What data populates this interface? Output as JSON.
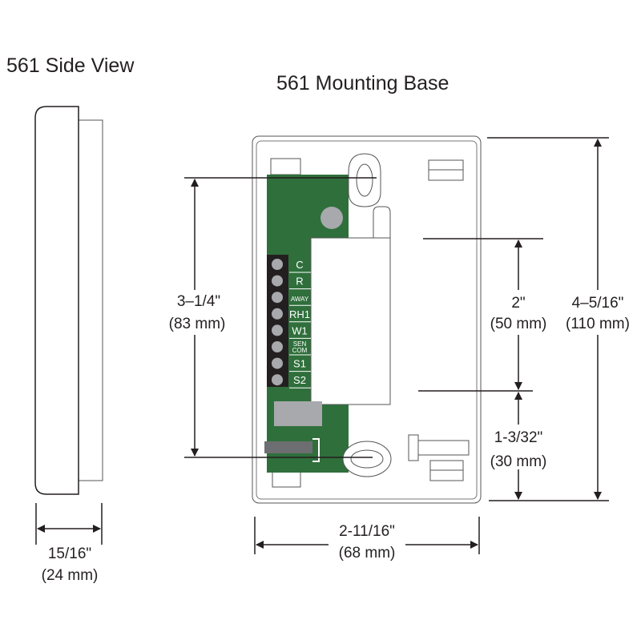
{
  "titles": {
    "side_view": "561 Side View",
    "mounting_base": "561 Mounting Base"
  },
  "dimensions": {
    "side_depth": {
      "imperial": "15/16\"",
      "metric": "(24 mm)"
    },
    "terminal_span": {
      "imperial": "3–1/4\"",
      "metric": "(83 mm)"
    },
    "upper_right": {
      "imperial": "2\"",
      "metric": "(50 mm)"
    },
    "lower_right": {
      "imperial": "1-3/32\"",
      "metric": "(30 mm)"
    },
    "total_height": {
      "imperial": "4–5/16\"",
      "metric": "(110 mm)"
    },
    "width": {
      "imperial": "2-11/16\"",
      "metric": "(68 mm)"
    }
  },
  "terminals": [
    "C",
    "R",
    "AWAY",
    "RH1",
    "W1",
    "SEN COM",
    "S1",
    "S2"
  ],
  "colors": {
    "pcb": "#2f6f3b",
    "terminal_strip": "#231f20",
    "component": "#a7a9ac"
  }
}
